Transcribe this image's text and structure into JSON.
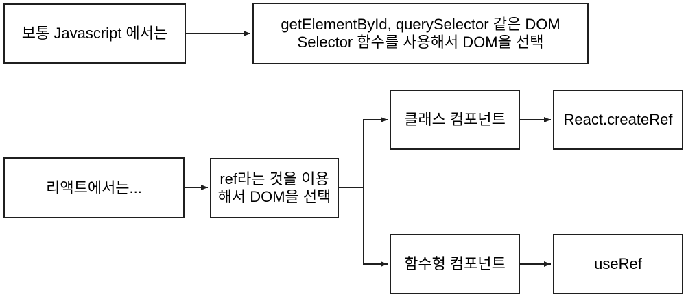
{
  "diagram": {
    "type": "flowchart",
    "colors": {
      "stroke": "#1f1f1f",
      "text": "#000000",
      "background": "#ffffff"
    },
    "nodes": {
      "plain_js": {
        "label": "보통 Javascript 에서는"
      },
      "dom_selector": {
        "label": "getElementById, querySelector 같은 DOM Selector 함수를 사용해서 DOM을 선택"
      },
      "react": {
        "label": "리액트에서는..."
      },
      "ref": {
        "label": "ref라는 것을 이용해서 DOM을 선택"
      },
      "class_component": {
        "label": "클래스 컴포넌트"
      },
      "create_ref": {
        "label": "React.createRef"
      },
      "function_component": {
        "label": "함수형 컴포넌트"
      },
      "use_ref": {
        "label": "useRef"
      }
    },
    "edges": [
      {
        "from": "plain_js",
        "to": "dom_selector"
      },
      {
        "from": "react",
        "to": "ref"
      },
      {
        "from": "ref",
        "to": "class_component"
      },
      {
        "from": "ref",
        "to": "function_component"
      },
      {
        "from": "class_component",
        "to": "create_ref"
      },
      {
        "from": "function_component",
        "to": "use_ref"
      }
    ]
  }
}
